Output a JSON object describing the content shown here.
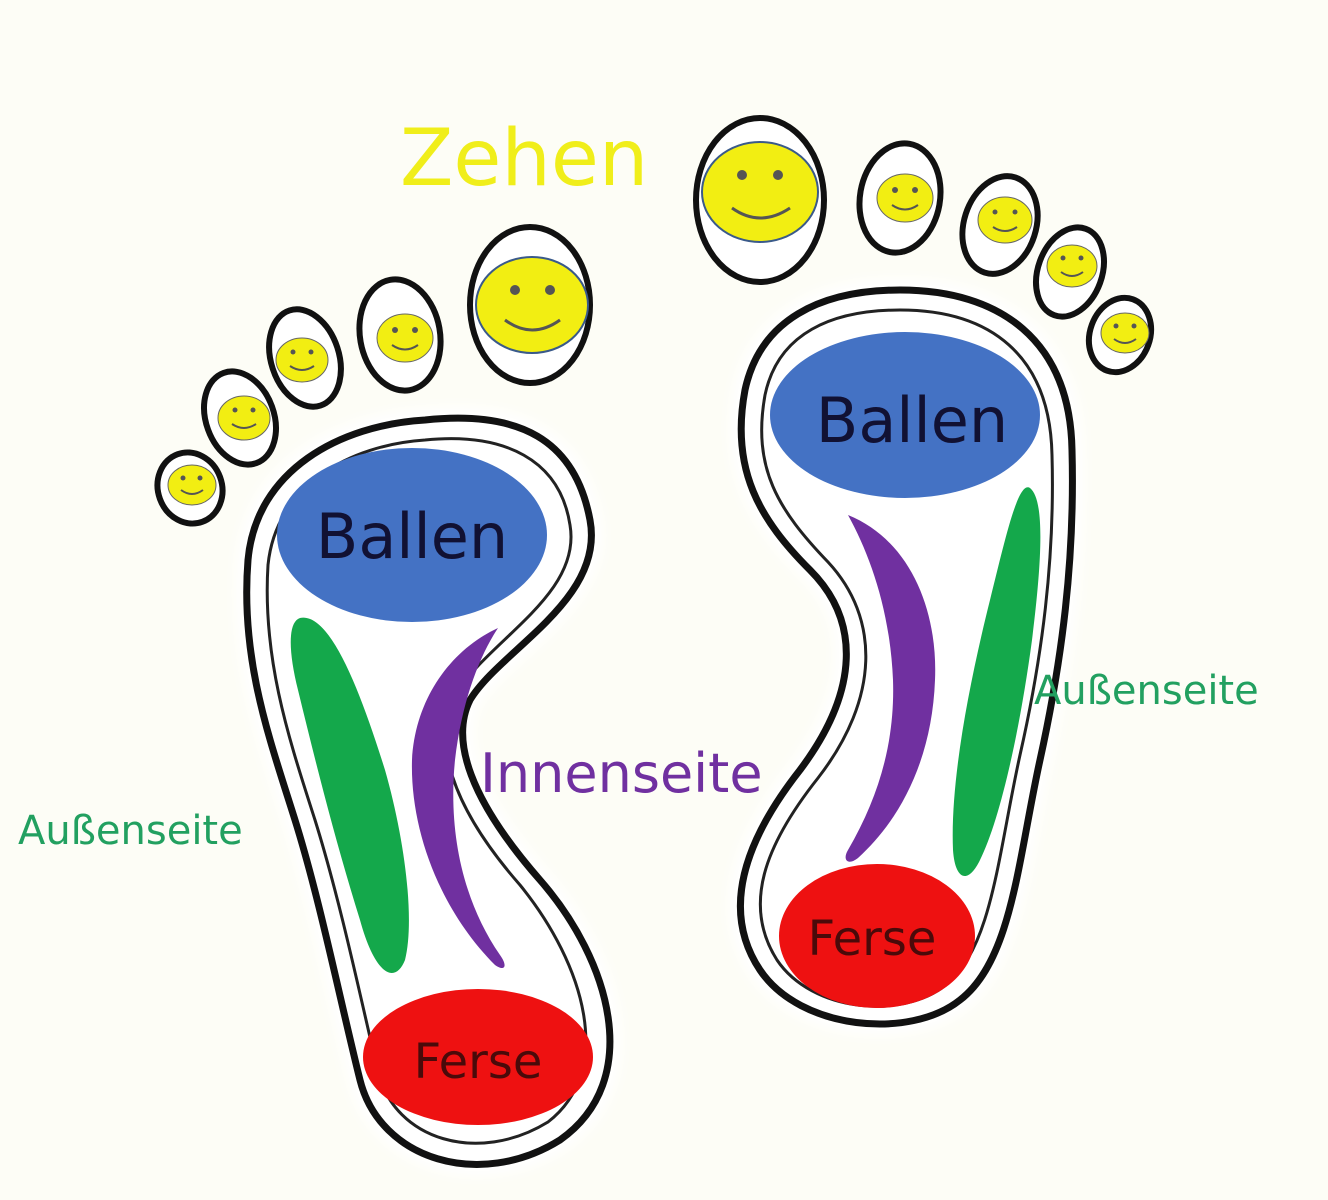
{
  "labels": {
    "toes": "Zehen",
    "ball_left": "Ballen",
    "ball_right": "Ballen",
    "inner": "Innenseite",
    "outer_left": "Außenseite",
    "outer_right": "Außenseite",
    "heel_left": "Ferse",
    "heel_right": "Ferse"
  },
  "colors": {
    "background": "#fdfdf6",
    "outline": "#111111",
    "toe_face": "#f2ee12",
    "toes_text": "#f0ee1a",
    "ball": "#4472c4",
    "ball_text": "#111133",
    "outer": "#14a84b",
    "outer_text": "#22a060",
    "inner": "#7030a0",
    "inner_text": "#7030a0",
    "heel": "#ee1111",
    "heel_text": "#4a0a0a"
  }
}
